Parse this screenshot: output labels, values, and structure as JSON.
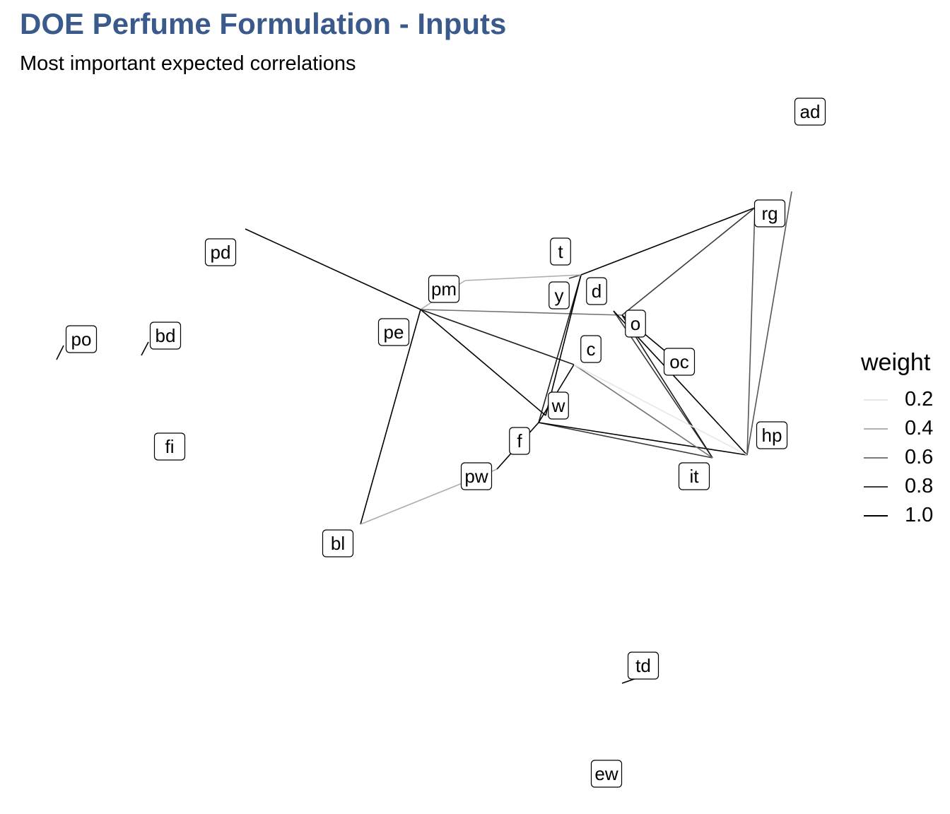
{
  "title": "DOE Perfume Formulation - Inputs",
  "subtitle": "Most important expected correlations",
  "legend": {
    "title": "weight",
    "items": [
      {
        "label": "0.2",
        "color": "#e6e6e6"
      },
      {
        "label": "0.4",
        "color": "#b0b0b0"
      },
      {
        "label": "0.6",
        "color": "#7a7a7a"
      },
      {
        "label": "0.8",
        "color": "#3d3d3d"
      },
      {
        "label": "1.0",
        "color": "#000000"
      }
    ]
  },
  "nodes": [
    {
      "id": "ad"
    },
    {
      "id": "rg"
    },
    {
      "id": "pd"
    },
    {
      "id": "t"
    },
    {
      "id": "pm"
    },
    {
      "id": "y"
    },
    {
      "id": "d"
    },
    {
      "id": "pe"
    },
    {
      "id": "o"
    },
    {
      "id": "po"
    },
    {
      "id": "bd"
    },
    {
      "id": "c"
    },
    {
      "id": "oc"
    },
    {
      "id": "w"
    },
    {
      "id": "hp"
    },
    {
      "id": "fi"
    },
    {
      "id": "f"
    },
    {
      "id": "it"
    },
    {
      "id": "pw"
    },
    {
      "id": "bl"
    },
    {
      "id": "td"
    },
    {
      "id": "ew"
    }
  ],
  "edges": [
    {
      "from": "pd",
      "to": "pe",
      "weight": 1.0
    },
    {
      "from": "pe",
      "to": "bl",
      "weight": 1.0
    },
    {
      "from": "pe",
      "to": "pm",
      "weight": 0.4
    },
    {
      "from": "pe",
      "to": "o",
      "weight": 0.6
    },
    {
      "from": "pe",
      "to": "w",
      "weight": 1.0
    },
    {
      "from": "pe",
      "to": "c",
      "weight": 0.9
    },
    {
      "from": "bl",
      "to": "pw",
      "weight": 0.4
    },
    {
      "from": "pw",
      "to": "f",
      "weight": 1.0
    },
    {
      "from": "f",
      "to": "t",
      "weight": 0.9
    },
    {
      "from": "w",
      "to": "t",
      "weight": 1.0
    },
    {
      "from": "f",
      "to": "c",
      "weight": 1.0
    },
    {
      "from": "f",
      "to": "it",
      "weight": 0.8
    },
    {
      "from": "f",
      "to": "hp",
      "weight": 1.0
    },
    {
      "from": "t",
      "to": "rg",
      "weight": 1.0
    },
    {
      "from": "t",
      "to": "y",
      "weight": 0.8
    },
    {
      "from": "d",
      "to": "it",
      "weight": 0.8
    },
    {
      "from": "d",
      "to": "hp",
      "weight": 1.0
    },
    {
      "from": "o",
      "to": "rg",
      "weight": 0.8
    },
    {
      "from": "o",
      "to": "it",
      "weight": 0.9
    },
    {
      "from": "c",
      "to": "it",
      "weight": 0.6
    },
    {
      "from": "c",
      "to": "hp",
      "weight": 0.2
    },
    {
      "from": "rg",
      "to": "hp",
      "weight": 0.7
    },
    {
      "from": "pm",
      "to": "t",
      "weight": 0.4
    },
    {
      "from": "oc",
      "to": "o",
      "weight": 1.0
    },
    {
      "from": "po",
      "to": "po",
      "weight": 1.0
    },
    {
      "from": "bd",
      "to": "bd",
      "weight": 1.0
    },
    {
      "from": "td",
      "to": "td",
      "weight": 1.0
    }
  ]
}
